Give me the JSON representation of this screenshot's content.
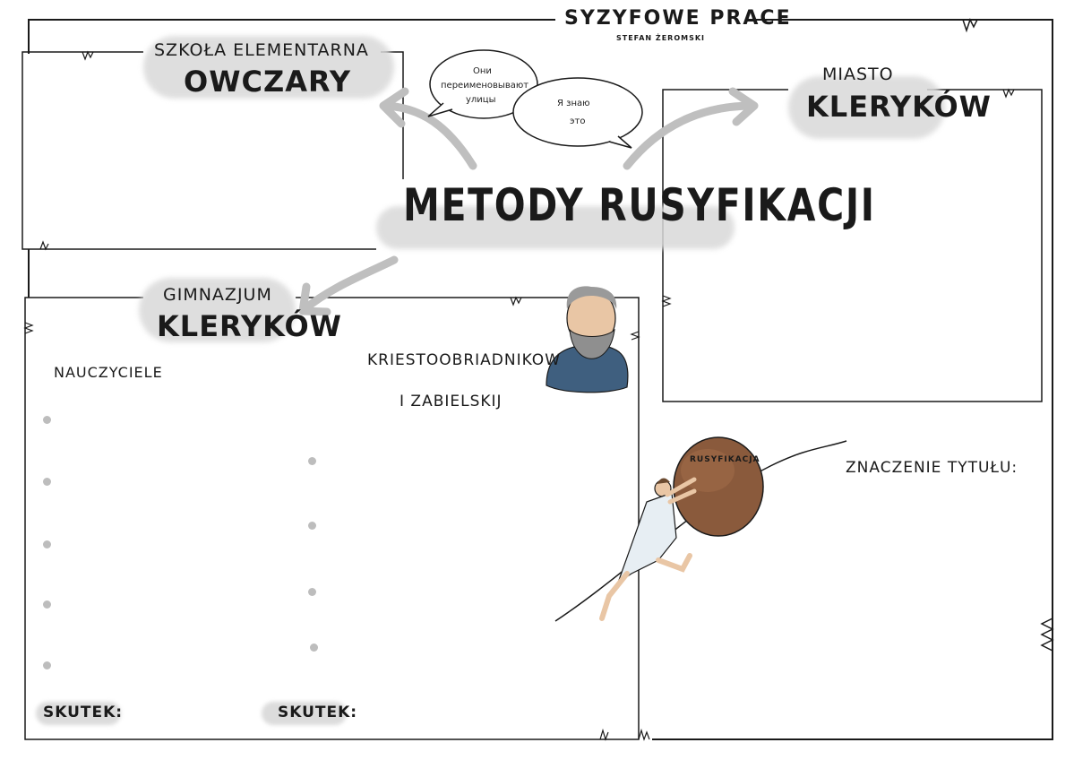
{
  "header": {
    "title": "SYZYFOWE PRACE",
    "author": "STEFAN ŻEROMSKI"
  },
  "center": {
    "title": "METODY RUSYFIKACJI"
  },
  "sections": {
    "school": {
      "subtitle": "SZKOŁA ELEMENTARNA",
      "title": "OWCZARY"
    },
    "city": {
      "subtitle": "MIASTO",
      "title": "KLERYKÓW"
    },
    "gymnasium": {
      "subtitle": "GIMNAZJUM",
      "title": "KLERYKÓW",
      "teachers_label": "NAUCZYCIELE",
      "director_line1": "KRIESTOOBRIADNIKOW",
      "director_line2": "I ZABIELSKIJ",
      "effect_left": "SKUTEK:",
      "effect_right": "SKUTEK:"
    },
    "title_meaning": {
      "label": "ZNACZENIE TYTUŁU:"
    }
  },
  "speech_bubbles": {
    "left_line1": "Они",
    "left_line2": "переименовывают",
    "left_line3": "улицы",
    "right_line1": "Я знаю",
    "right_line2": "это"
  },
  "illustration": {
    "boulder_label": "RUSYFIKACJA"
  },
  "colors": {
    "ink": "#1a1a1a",
    "highlight": "#d9d9d9",
    "arrow": "#bfbfbf",
    "boulder": "#8a5a3c",
    "coat": "#3f5f7f"
  }
}
